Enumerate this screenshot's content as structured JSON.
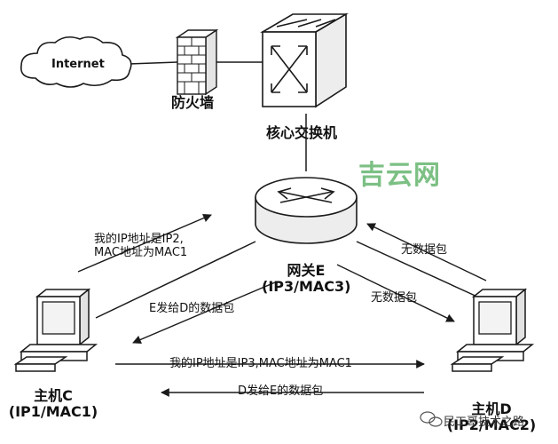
{
  "nodes": {
    "internet": "Internet",
    "firewall": "防火墙",
    "core_switch": "核心交换机",
    "gateway": {
      "name": "网关E",
      "addr": "(IP3/MAC3)"
    },
    "host_c": {
      "name": "主机C",
      "addr": "(IP1/MAC1)"
    },
    "host_d": {
      "name": "主机D",
      "addr": "(IP2/MAC2)"
    }
  },
  "messages": {
    "c_to_gateway_claim_line1": "我的IP地址是IP2,",
    "c_to_gateway_claim_line2": "MAC地址为MAC1",
    "gateway_to_c_data": "E发给D的数据包",
    "gateway_to_d_no_data": "无数据包",
    "d_to_gateway_no_data": "无数据包",
    "c_to_d_claim": "我的IP地址是IP3,MAC地址为MAC1",
    "d_to_c_data": "D发给E的数据包"
  },
  "watermark": "吉云网",
  "footer": {
    "icon": "wechat-icon",
    "text": "民工哥技术之路"
  },
  "colors": {
    "line": "#1a1a1a",
    "watermark": "#7cc084",
    "device_fill": "#f2f2f2"
  }
}
